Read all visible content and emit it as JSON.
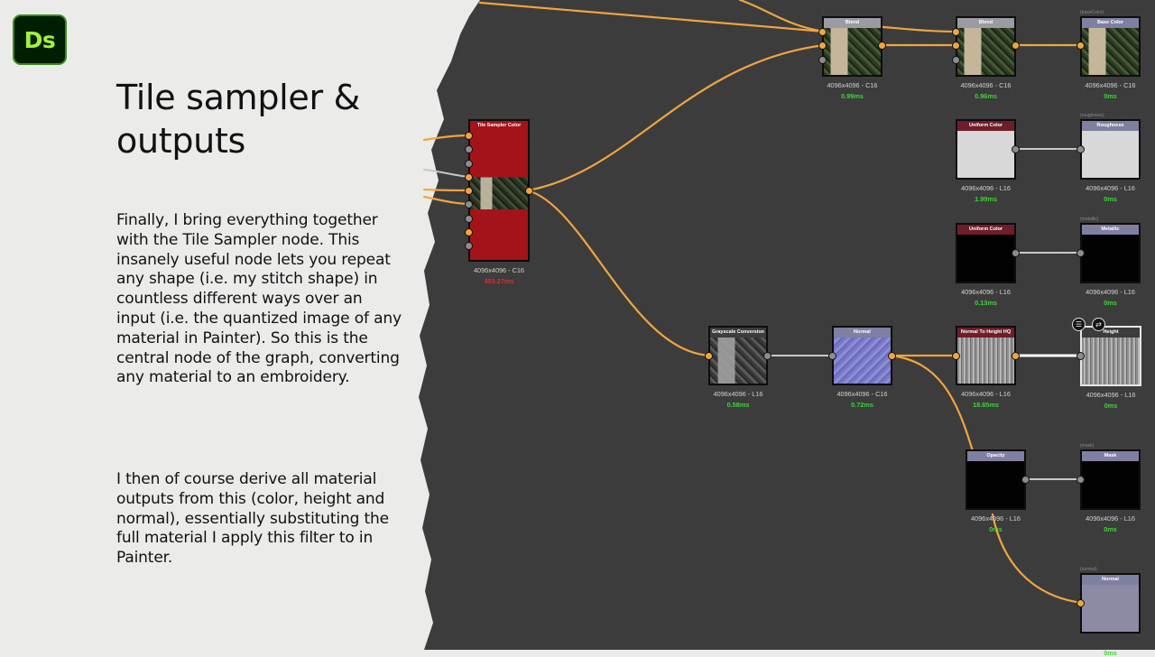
{
  "logo": {
    "text": "Ds"
  },
  "slide": {
    "title": "Tile sampler & outputs",
    "paragraph1": "Finally, I bring everything together with the Tile Sampler node. This insanely useful node lets you repeat any shape (i.e. my stitch shape) in countless different ways over an input (i.e. the quantized image of any material in Painter). So this is the central node of the graph, converting any material to an embroidery.",
    "paragraph2": "I then of course derive all material outputs from this (color, height and normal), essentially substituting the full material I apply this filter to in Painter."
  },
  "colors": {
    "canvas": "#3c3c3c",
    "wire_orange": "#f0a540",
    "wire_gray": "#c8c8c8",
    "wire_white": "#ffffff",
    "timing_ok": "#3ed438",
    "timing_bad": "#d93030"
  },
  "graph": {
    "nodes": [
      {
        "id": "tile-sampler",
        "title": "Tile Sampler Color",
        "res": "4096x4096 - C16",
        "time": "453.27ms",
        "bad": true,
        "tag": "",
        "header": "plain",
        "preview": "pv-tile"
      },
      {
        "id": "blend-1",
        "title": "Blend",
        "res": "4096x4096 - C16",
        "time": "0.99ms",
        "tag": "",
        "header": "gray",
        "preview": "pv-textile"
      },
      {
        "id": "blend-2",
        "title": "Blend",
        "res": "4096x4096 - C16",
        "time": "0.96ms",
        "tag": "",
        "header": "gray",
        "preview": "pv-textile"
      },
      {
        "id": "base-color",
        "title": "Base Color",
        "res": "4096x4096 - C16",
        "time": "0ms",
        "tag": "(baseColor)",
        "header": "purple",
        "preview": "pv-textile"
      },
      {
        "id": "uniform-light",
        "title": "Uniform Color",
        "res": "4096x4096 - L16",
        "time": "1.99ms",
        "tag": "",
        "header": "red",
        "preview": "pv-light"
      },
      {
        "id": "roughness",
        "title": "Roughness",
        "res": "4096x4096 - L16",
        "time": "0ms",
        "tag": "(roughness)",
        "header": "purple",
        "preview": "pv-light"
      },
      {
        "id": "uniform-dark",
        "title": "Uniform Color",
        "res": "4096x4096 - L16",
        "time": "0.13ms",
        "tag": "",
        "header": "red",
        "preview": "pv-black"
      },
      {
        "id": "metallic",
        "title": "Metallic",
        "res": "4096x4096 - L16",
        "time": "0ms",
        "tag": "(metallic)",
        "header": "purple",
        "preview": "pv-black"
      },
      {
        "id": "grayscale",
        "title": "Grayscale Conversion",
        "res": "4096x4096 - L16",
        "time": "0.58ms",
        "tag": "",
        "header": "plain",
        "preview": "pv-gray"
      },
      {
        "id": "normal-node",
        "title": "Normal",
        "res": "4096x4096 - C16",
        "time": "0.72ms",
        "tag": "",
        "header": "purple",
        "preview": "pv-normal"
      },
      {
        "id": "normal-to-height",
        "title": "Normal To Height HQ",
        "res": "4096x4096 - L16",
        "time": "18.65ms",
        "tag": "",
        "header": "red",
        "preview": "pv-emboss"
      },
      {
        "id": "height",
        "title": "Height",
        "res": "4096x4096 - L16",
        "time": "0ms",
        "tag": "",
        "header": "plain",
        "preview": "pv-emboss",
        "selected": true
      },
      {
        "id": "opacity",
        "title": "Opacity",
        "res": "4096x4096 - L16",
        "time": "0ms",
        "tag": "",
        "header": "purple",
        "preview": "pv-black"
      },
      {
        "id": "mask",
        "title": "Mask",
        "res": "4096x4096 - L16",
        "time": "0ms",
        "tag": "(mask)",
        "header": "purple",
        "preview": "pv-black"
      },
      {
        "id": "normal-output",
        "title": "Normal",
        "res": "",
        "time": "0ms",
        "tag": "(normal)",
        "header": "purple",
        "preview": "pv-lav"
      }
    ],
    "height_icons": [
      "document-icon",
      "swap-icon"
    ]
  }
}
